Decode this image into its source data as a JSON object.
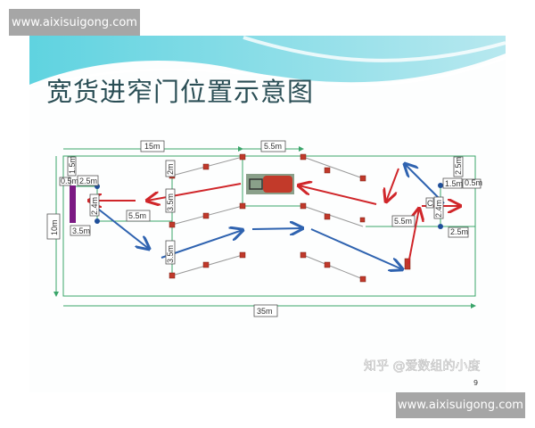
{
  "watermark_top": "www.aixisuigong.com",
  "watermark_bottom": "www.aixisuigong.com",
  "title": "宽货进窄门位置示意图",
  "credit": "知乎 @爱数组的小度",
  "page_number": "9",
  "colors": {
    "frame": "#3aa56a",
    "red_arrow": "#d0262a",
    "blue_arrow": "#2f63b0",
    "marker": "#c0392b",
    "door": "#7b1a83",
    "banner": "#6fd0df"
  },
  "dimensions": {
    "top_left": "15m",
    "top_mid": "5.5m",
    "bottom": "35m",
    "height": "10m",
    "left": {
      "a": "1.5m",
      "b": "0.5m",
      "c": "2.5m",
      "d": "2.4m",
      "e": "3.5m",
      "f": "5.5m"
    },
    "center": {
      "a": "2m",
      "b": "3.5m",
      "c": "3.5m"
    },
    "right": {
      "a": "2.5m",
      "b": "1.5m",
      "c": "0.5m",
      "d": "2.4m",
      "e": "5.5m",
      "f": "2.5m",
      "g": "C"
    }
  }
}
